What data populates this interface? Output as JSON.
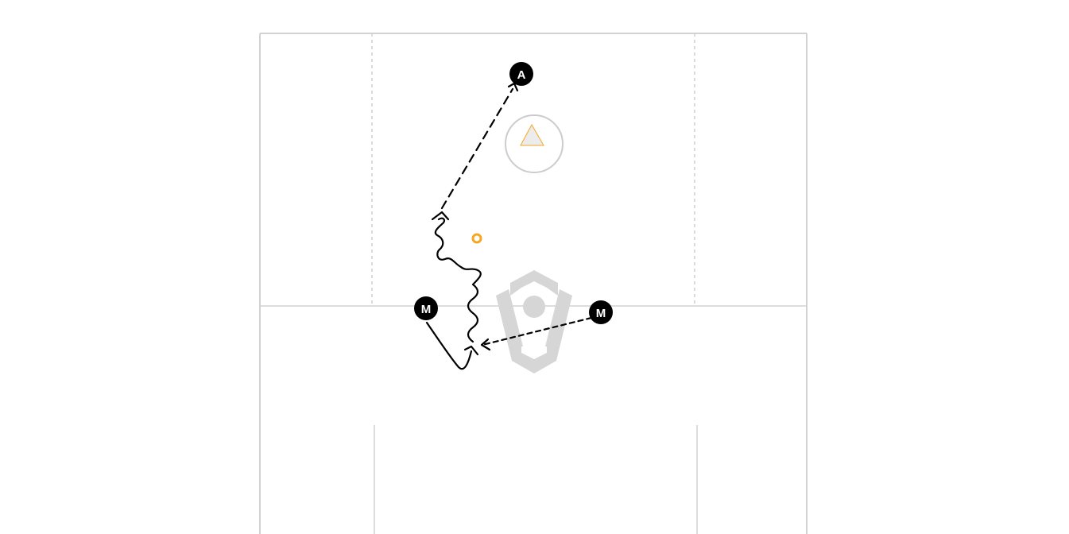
{
  "diagram": {
    "colors": {
      "field_line": "#d2d2d2",
      "dashed_line": "#cfcfcf",
      "player_fill": "#000000",
      "player_text": "#ffffff",
      "ball": "#f5a623",
      "cone_stroke": "#f5a623",
      "cone_fill": "#ececec",
      "crease": "#cccccc",
      "watermark": "#d6d6d6",
      "action_line": "#000000"
    },
    "players": [
      {
        "id": "attack",
        "label": "A"
      },
      {
        "id": "midfield-left",
        "label": "M"
      },
      {
        "id": "midfield-right",
        "label": "M"
      }
    ],
    "icons": {
      "goal": "triangle-in-crease",
      "ball": "ball-icon",
      "watermark": "brand-logo"
    },
    "actions": [
      {
        "type": "pass",
        "style": "dashed",
        "from": "midfield-right",
        "to": "ball-carrier"
      },
      {
        "type": "cut",
        "style": "solid",
        "from": "midfield-left",
        "to": "ball-carrier"
      },
      {
        "type": "dodge",
        "style": "wavy",
        "from": "ball-carrier",
        "to": "pass-point"
      },
      {
        "type": "pass",
        "style": "dashed",
        "from": "pass-point",
        "to": "attack"
      }
    ]
  }
}
